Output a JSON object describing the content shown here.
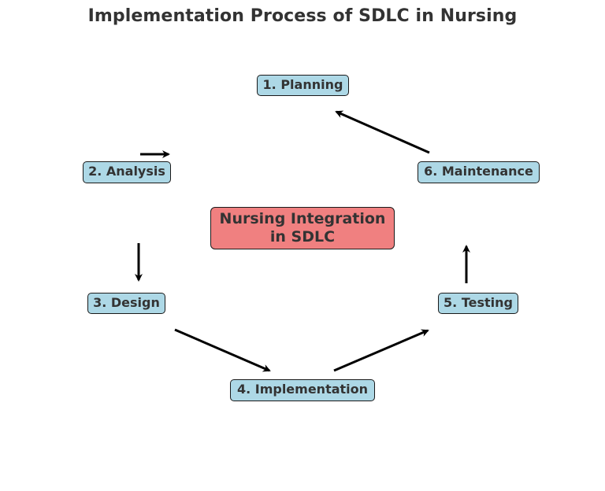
{
  "title": "Implementation Process of SDLC in Nursing",
  "center": {
    "line1": "Nursing Integration",
    "line2": "in SDLC",
    "fill_color": "#f08080"
  },
  "nodes": [
    {
      "id": "planning",
      "label": "1. Planning",
      "fill_color": "#add8e6"
    },
    {
      "id": "analysis",
      "label": "2. Analysis",
      "fill_color": "#add8e6"
    },
    {
      "id": "design",
      "label": "3. Design",
      "fill_color": "#add8e6"
    },
    {
      "id": "implementation",
      "label": "4. Implementation",
      "fill_color": "#add8e6"
    },
    {
      "id": "testing",
      "label": "5. Testing",
      "fill_color": "#add8e6"
    },
    {
      "id": "maintenance",
      "label": "6. Maintenance",
      "fill_color": "#add8e6"
    }
  ],
  "edges": [
    {
      "from": "analysis",
      "to": "planning",
      "direction": "right"
    },
    {
      "from": "analysis",
      "to": "design",
      "direction": "down"
    },
    {
      "from": "design",
      "to": "implementation",
      "direction": "down-right"
    },
    {
      "from": "implementation",
      "to": "testing",
      "direction": "up-right"
    },
    {
      "from": "testing",
      "to": "maintenance",
      "direction": "up"
    },
    {
      "from": "maintenance",
      "to": "planning",
      "direction": "up-left"
    }
  ]
}
